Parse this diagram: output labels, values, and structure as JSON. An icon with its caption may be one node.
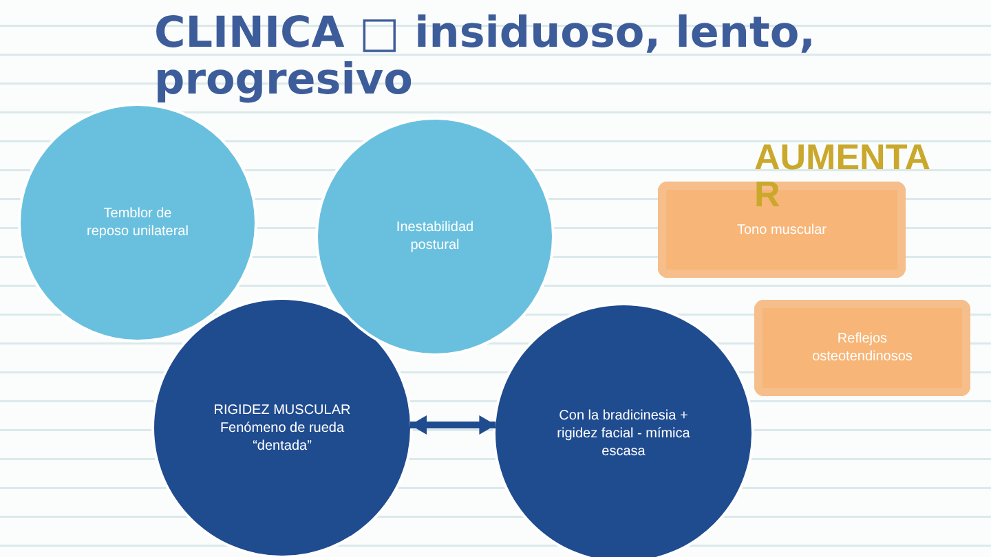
{
  "diagram": {
    "title": "CLINICA □ insiduoso, lento, progresivo",
    "nodes": [
      {
        "text": [
          "Temblor de reposo unilateral"
        ]
      },
      {
        "text": [
          "Inestabilidad postural"
        ]
      },
      {
        "text": [
          "Tono muscular"
        ]
      },
      {
        "text": [
          "Reflejos osteotendinosos"
        ]
      },
      {
        "text": [
          "RIGIDEZ MUSCULAR Fenómeno de rueda “dentada”"
        ]
      },
      {
        "text": [
          "Con la bradicinesia + rigidez facial - mímica escasa"
        ]
      }
    ],
    "edges": [
      {
        "from": 4,
        "to": 5,
        "arrow": "both"
      }
    ],
    "labels": [
      "AUMENTAR"
    ]
  }
}
